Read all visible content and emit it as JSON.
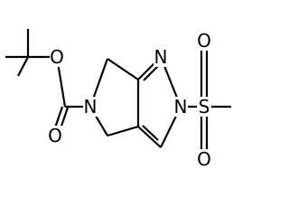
{
  "structure": {
    "atoms": {
      "ester_oxygen": "O",
      "carbonyl_oxygen": "O",
      "pyrrolidine_nitrogen": "N",
      "pyrazole_n1": "N",
      "pyrazole_n2": "N",
      "sulfur": "S",
      "sulfonyl_oxygen_top": "O",
      "sulfonyl_oxygen_bottom": "O"
    }
  }
}
